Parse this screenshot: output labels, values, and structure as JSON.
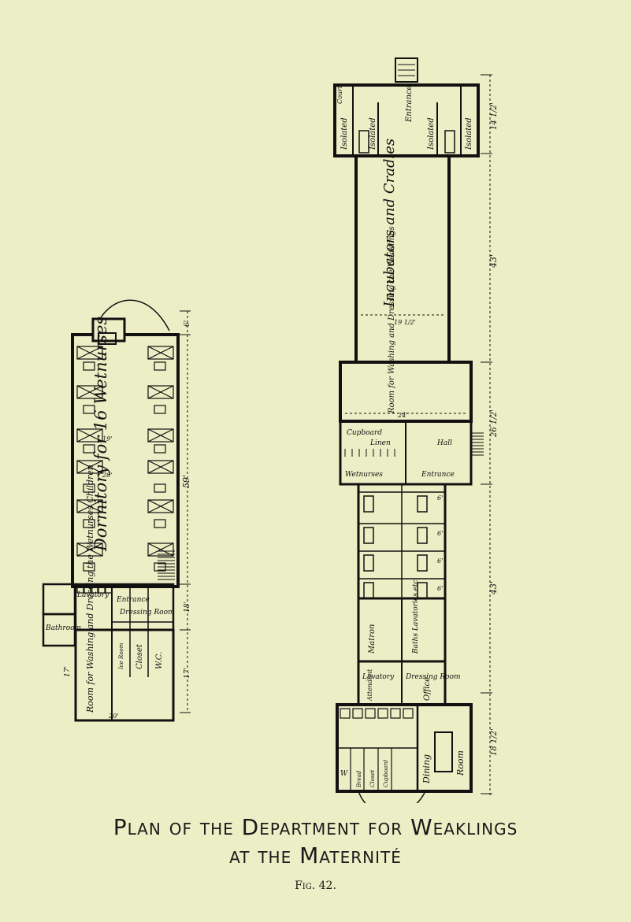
{
  "caption": {
    "line1": "Plan of the Department for Weaklings",
    "line2": "at the Maternité",
    "fig": "Fig. 42."
  },
  "left_plan": {
    "main_room": "Dormitory for 16 Wetnurses",
    "room_washing": "Room for Washing and Dressing the Wetnurses Children",
    "lavatory": "Lavatory",
    "bathroom": "Bathroom",
    "entrance": "Entrance",
    "dressing_room": "Dressing Room",
    "ice_room": "Ice Room",
    "closet": "Closet",
    "wc": "W.C.",
    "dim_total": "59'",
    "dim_top": "6'",
    "dim_mid": "18'",
    "dim_bottom": "17'",
    "dim_inner1": "19'",
    "dim_inner2": "20'",
    "dim_inner3": "20'",
    "dim_left": "17'",
    "dim_bottom_width": "20'"
  },
  "right_plan": {
    "isolated": "Isolated",
    "entrance": "Entrance",
    "court": "Court",
    "incubators": "Incubators and Cradles",
    "room_washing": "Room for Washing and Dressing the Weaklings",
    "cupboard": "Cupboard",
    "linen": "Linen",
    "wetnurses": "Wetnurses",
    "hall": "Hall",
    "entrance2": "Entrance",
    "matron": "Matron",
    "baths": "Baths Lavatories etc.",
    "lavatory": "Lavatory",
    "dressing_room": "Dressing Room",
    "office": "Office",
    "attendant": "Attendant",
    "dining": "Dining",
    "room": "Room",
    "w": "W",
    "bread": "Bread",
    "closet": "Closet",
    "cupboard2": "Cupboard",
    "dim_14": "14 1/2'",
    "dim_43a": "43'",
    "dim_26": "26 1/2'",
    "dim_43b": "43'",
    "dim_18": "18 1/2'",
    "dim_19": "19 1/2'",
    "dim_24": "24'",
    "dim_6a": "6'",
    "dim_6b": "6'",
    "dim_6c": "6'",
    "dim_6d": "6'"
  }
}
